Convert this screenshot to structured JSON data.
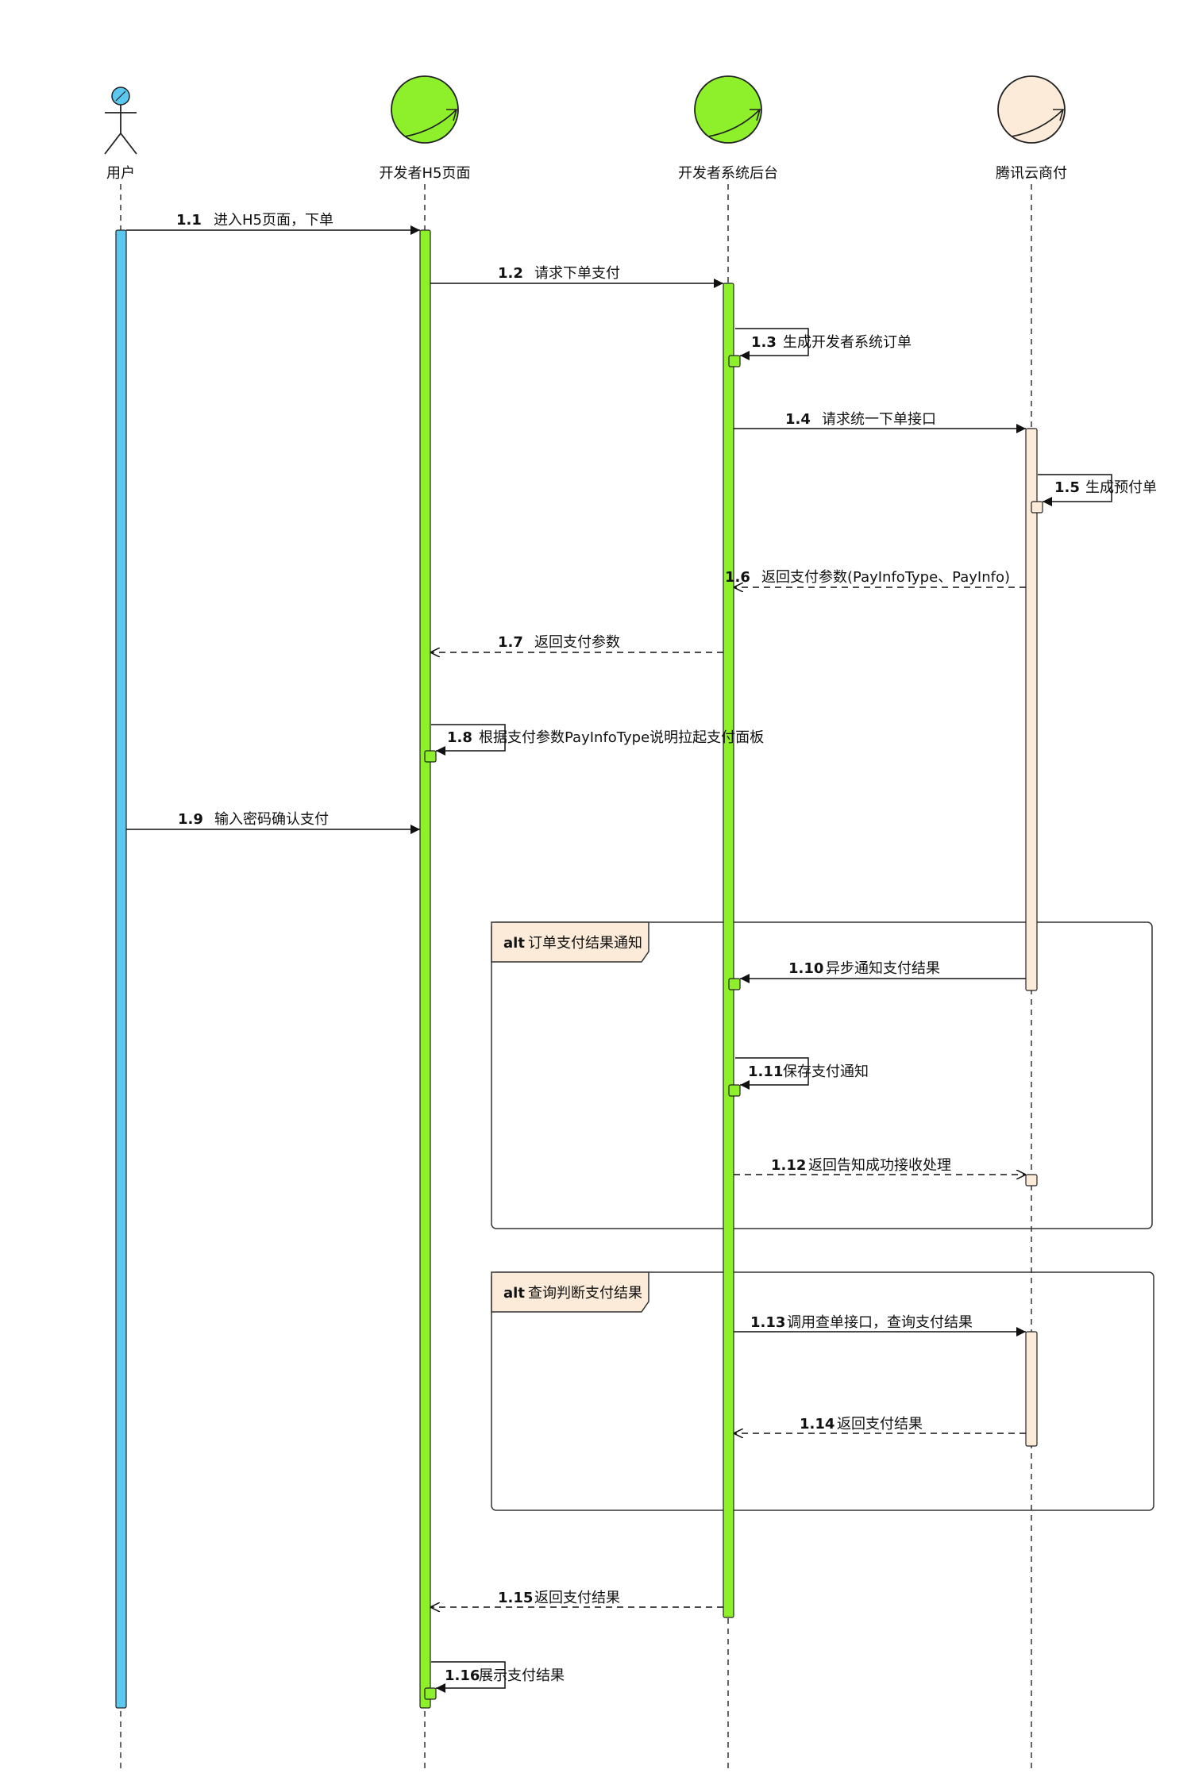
{
  "participants": [
    {
      "id": "user",
      "label": "用户",
      "kind": "actor",
      "color": "#5bc8f0"
    },
    {
      "id": "h5",
      "label": "开发者H5页面",
      "kind": "control",
      "color": "#8ef02a"
    },
    {
      "id": "backend",
      "label": "开发者系统后台",
      "kind": "control",
      "color": "#8ef02a"
    },
    {
      "id": "tencent",
      "label": "腾讯云商付",
      "kind": "control",
      "color": "#fbebd8"
    }
  ],
  "messages": [
    {
      "num": "1.1",
      "text": "进入H5页面，下单",
      "from": "user",
      "to": "h5",
      "style": "sync"
    },
    {
      "num": "1.2",
      "text": "请求下单支付",
      "from": "h5",
      "to": "backend",
      "style": "sync"
    },
    {
      "num": "1.3",
      "text": "生成开发者系统订单",
      "from": "backend",
      "to": "backend",
      "style": "self"
    },
    {
      "num": "1.4",
      "text": "请求统一下单接口",
      "from": "backend",
      "to": "tencent",
      "style": "sync"
    },
    {
      "num": "1.5",
      "text": "生成预付单",
      "from": "tencent",
      "to": "tencent",
      "style": "self"
    },
    {
      "num": "1.6",
      "text": "返回支付参数(PayInfoType、PayInfo)",
      "from": "tencent",
      "to": "backend",
      "style": "return"
    },
    {
      "num": "1.7",
      "text": "返回支付参数",
      "from": "backend",
      "to": "h5",
      "style": "return"
    },
    {
      "num": "1.8",
      "text": "根据支付参数PayInfoType说明拉起支付面板",
      "from": "h5",
      "to": "h5",
      "style": "self"
    },
    {
      "num": "1.9",
      "text": "输入密码确认支付",
      "from": "user",
      "to": "h5",
      "style": "sync"
    },
    {
      "num": "1.10",
      "text": "异步通知支付结果",
      "from": "tencent",
      "to": "backend",
      "style": "sync"
    },
    {
      "num": "1.11",
      "text": "保存支付通知",
      "from": "backend",
      "to": "backend",
      "style": "self"
    },
    {
      "num": "1.12",
      "text": "返回告知成功接收处理",
      "from": "backend",
      "to": "tencent",
      "style": "return"
    },
    {
      "num": "1.13",
      "text": "调用查单接口，查询支付结果",
      "from": "backend",
      "to": "tencent",
      "style": "sync"
    },
    {
      "num": "1.14",
      "text": "返回支付结果",
      "from": "tencent",
      "to": "backend",
      "style": "return"
    },
    {
      "num": "1.15",
      "text": "返回支付结果",
      "from": "backend",
      "to": "h5",
      "style": "return"
    },
    {
      "num": "1.16",
      "text": "展示支付结果",
      "from": "h5",
      "to": "h5",
      "style": "self"
    }
  ],
  "fragments": [
    {
      "keyword": "alt",
      "label": "订单支付结果通知"
    },
    {
      "keyword": "alt",
      "label": "查询判断支付结果"
    }
  ]
}
